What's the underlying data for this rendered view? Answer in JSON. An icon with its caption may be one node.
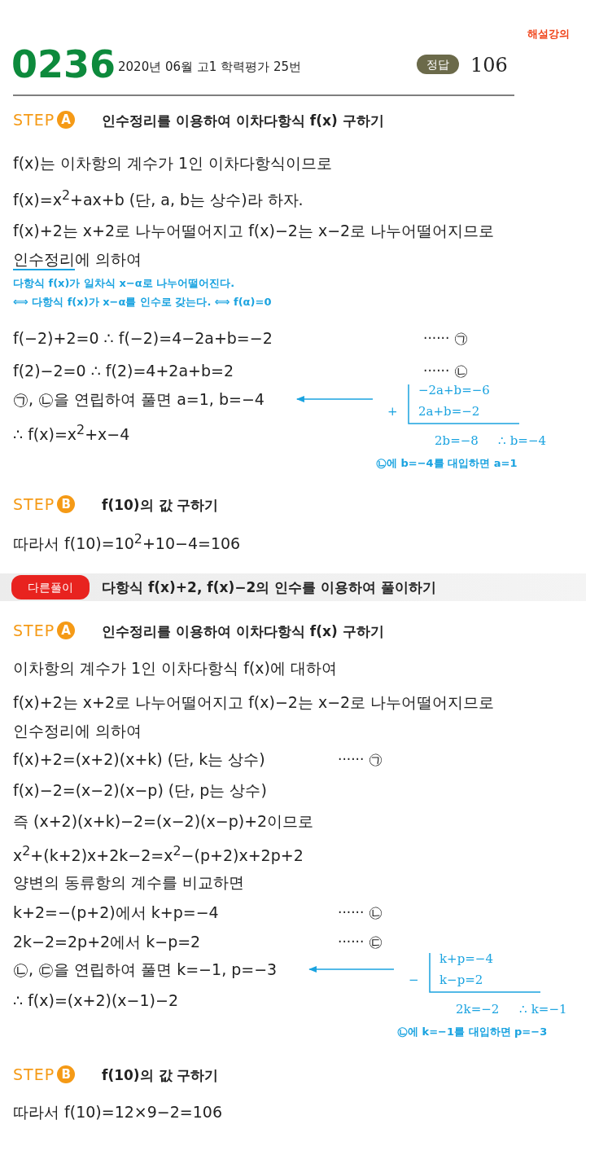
{
  "diagram": {
    "nodes": [
      {
        "text": [
          "정답"
        ]
      },
      {
        "text": [
          "A"
        ],
        "beside": [
          "STEP"
        ]
      },
      {
        "text": [
          "㉠, ㉡을 연립하여 풀면 a=1, b=−4"
        ]
      },
      {
        "text": [
          "+",
          "−2a+b=−6",
          "2a+b=−2",
          "2b=−8",
          "∴ b=−4",
          "㉡에 b=−4를 대입하면 a=1"
        ]
      },
      {
        "text": [
          "B"
        ],
        "beside": [
          "STEP"
        ]
      },
      {
        "text": [
          "다른풀이"
        ]
      },
      {
        "text": [
          "A"
        ],
        "beside": [
          "STEP"
        ]
      },
      {
        "text": [
          "㉡, ㉢을 연립하여 풀면 k=−1, p=−3"
        ]
      },
      {
        "text": [
          "−",
          "k+p=−4",
          "k−p=2",
          "2k=−2",
          "∴ k=−1",
          "㉡에 k=−1를 대입하면 p=−3"
        ]
      },
      {
        "text": [
          "B"
        ],
        "beside": [
          "STEP"
        ]
      }
    ],
    "edges": [
      {
        "from": 3,
        "to": 2,
        "arrow": "to"
      },
      {
        "from": 8,
        "to": 7,
        "arrow": "to"
      }
    ],
    "labels": [
      "0236",
      "2020년 06월 고1 학력평가 25번",
      "106",
      "해설강의",
      "인수정리를 이용하여 이차다항식 f(x) 구하기",
      "f(x)는 이차항의 계수가 1인 이차다항식이므로",
      "f(x)=x$^{2}$+ax+b (단, a, b는 상수)라 하자.",
      "f(x)+2는 x+2로 나누어떨어지고 f(x)−2는 x−2로 나누어떨어지므로",
      "인수정리에 의하여",
      "다항식 f(x)가 일차식 x−α로 나누어떨어진다.",
      "⟺ 다항식 f(x)가 x−α를 인수로 갖는다. ⟺ f(α)=0",
      "f(−2)+2=0   ∴ f(−2)=4−2a+b=−2",
      "······ ㉠",
      "f(2)−2=0   ∴ f(2)=4+2a+b=2",
      "······ ㉡",
      "∴ f(x)=x$^{2}$+x−4",
      "f(10)의 값 구하기",
      "따라서 f(10)=10$^{2}$+10−4=106",
      "다항식 f(x)+2, f(x)−2의 인수를 이용하여 풀이하기",
      "인수정리를 이용하여 이차다항식 f(x) 구하기",
      "이차항의 계수가 1인 이차다항식 f(x)에 대하여",
      "f(x)+2는 x+2로 나누어떨어지고 f(x)−2는 x−2로 나누어떨어지므로",
      "인수정리에 의하여",
      "f(x)+2=(x+2)(x+k) (단, k는 상수)",
      "······ ㉠",
      "f(x)−2=(x−2)(x−p) (단, p는 상수)",
      "즉 (x+2)(x+k)−2=(x−2)(x−p)+2이므로",
      "x$^{2}$+(k+2)x+2k−2=x$^{2}$−(p+2)x+2p+2",
      "양변의 동류항의 계수를 비교하면",
      "k+2=−(p+2)에서 k+p=−4",
      "······ ㉡",
      "2k−2=2p+2에서 k−p=2",
      "······ ㉢",
      "∴ f(x)=(x+2)(x−1)−2",
      "f(10)의 값 구하기",
      "따라서 f(10)=12×9−2=106"
    ]
  }
}
